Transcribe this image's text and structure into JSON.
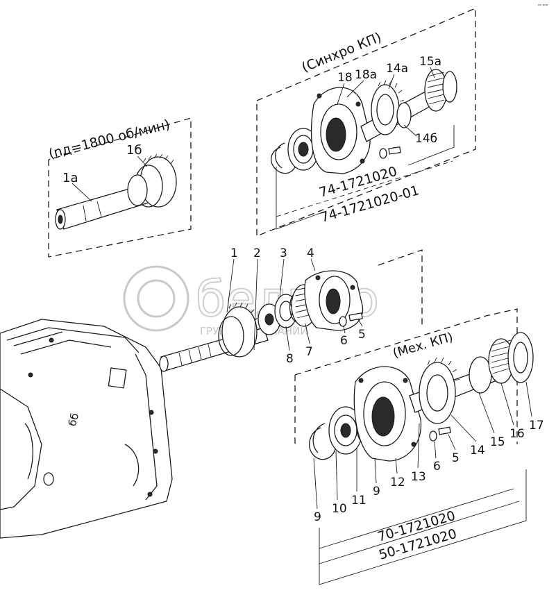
{
  "header": {
    "corner_mark": "ᵈᵃ ᵖᵒᵒ"
  },
  "groups": {
    "speed_note": "(nд=1800 об/мин)",
    "synchro": "(Синхро КП)",
    "mech": "(Мех. КП)"
  },
  "part_codes": {
    "synchro_a": "74-1721020",
    "synchro_b": "74-1721020-01",
    "mech_a": "70-1721020",
    "mech_b": "50-1721020"
  },
  "main_callouts": [
    "1",
    "2",
    "3",
    "4",
    "5",
    "6",
    "7",
    "8"
  ],
  "speed_callouts": [
    "1а",
    "1б"
  ],
  "synchro_callouts": [
    "18",
    "18а",
    "14а",
    "15а",
    "14б"
  ],
  "mech_callouts": [
    "9",
    "10",
    "11",
    "9",
    "12",
    "13",
    "6",
    "5",
    "14",
    "15",
    "16",
    "17"
  ],
  "housing_marks": [
    "бб"
  ],
  "watermark": {
    "brand": "белпро",
    "subtitle": "ГРУППА КОМПАНИЙ"
  }
}
